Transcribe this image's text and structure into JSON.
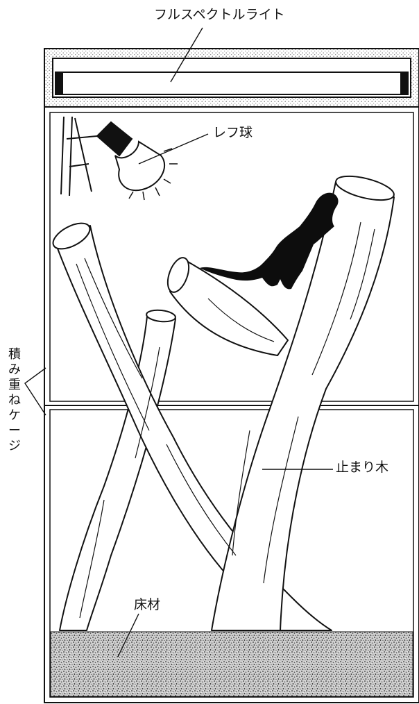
{
  "labels": {
    "full_spectrum_light": "フルスペクトルライト",
    "reflector_bulb": "レフ球",
    "stacked_cage": "積み重ねケージ",
    "perch_branch": "止まり木",
    "substrate": "床材"
  },
  "colors": {
    "line": "#111111",
    "fill": "#ffffff",
    "lizard": "#0d0d0d",
    "substrate_speckle": "#555555"
  },
  "icons": {
    "lizard": "lizard-silhouette",
    "lamp": "reflector-lamp",
    "branch": "perch-branch"
  }
}
